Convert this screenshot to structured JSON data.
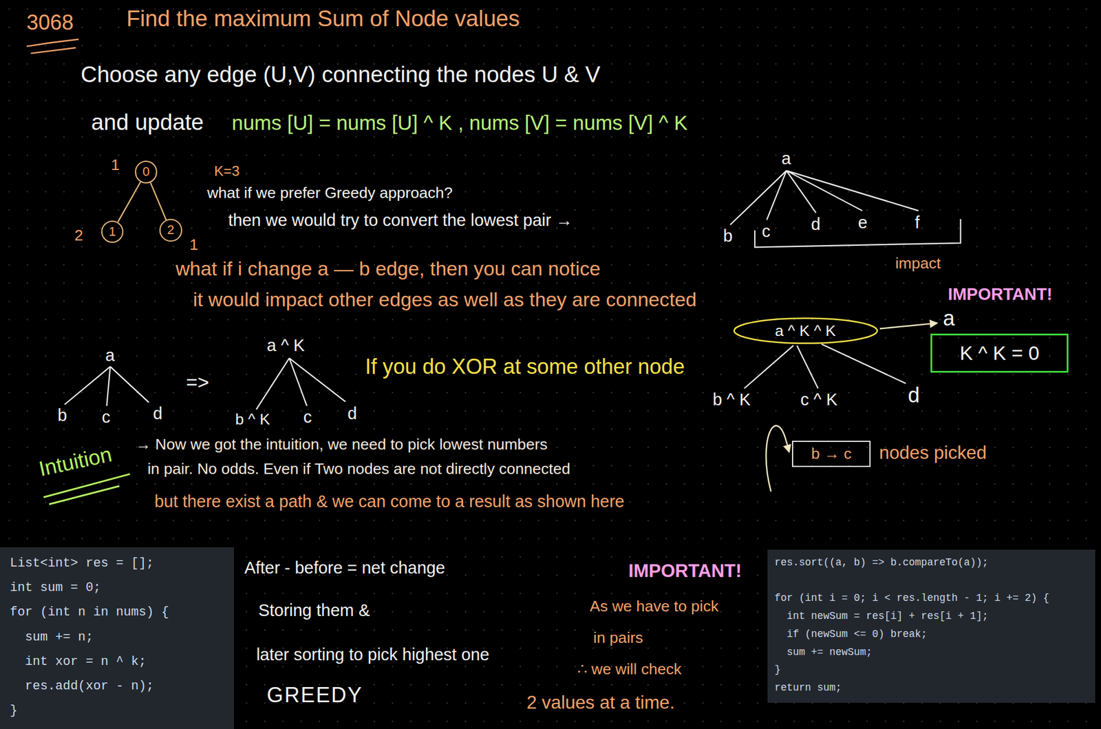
{
  "diagram": {
    "title": "Find the maximum Sum of Node values",
    "nodes": [
      {
        "text": [
          "0"
        ]
      },
      {
        "text": [
          "1"
        ]
      },
      {
        "text": [
          "2"
        ]
      },
      {
        "text": [
          "a ^ K ^ K"
        ]
      },
      {
        "text": [
          "K ^ K = 0"
        ]
      },
      {
        "text": [
          "b → c"
        ]
      },
      {
        "text": [
          "List<int> res = [];",
          "int sum = 0;",
          "for (int n in nums) {",
          "  sum += n;",
          "  int xor = n ^ k;",
          "  res.add(xor - n);",
          "}"
        ]
      },
      {
        "text": [
          "res.sort((a, b) => b.compareTo(a));",
          "for (int i = 0; i < res.length - 1; i += 2) {",
          "  int newSum = res[i] + res[i + 1];",
          "  if (newSum <= 0) break;",
          "  sum += newSum;",
          "}",
          "return sum;"
        ]
      }
    ],
    "edges": [
      {
        "from": 0,
        "to": 1,
        "arrow": "none"
      },
      {
        "from": 0,
        "to": 2,
        "arrow": "none"
      }
    ],
    "labels": [
      "3068",
      "1",
      "2",
      "1",
      "K=3",
      "Choose any edge (U,V) connecting the nodes U & V",
      "and update",
      "nums [U] = nums [U] ^ K , nums [V] = nums [V] ^ K",
      "what if we prefer Greedy approach?",
      "then we would try to convert the lowest pair →",
      "a",
      "b",
      "c",
      "d",
      "e",
      "f",
      "impact",
      "what if i change a — b edge, then you can notice",
      "it would impact other edges as well as they are connected",
      "a",
      "b",
      "c",
      "d",
      "=>",
      "a ^ K",
      "b ^ K",
      "c",
      "d",
      "If you do XOR at some other node",
      "IMPORTANT!",
      "a",
      "b ^ K",
      "c ^ K",
      "d",
      "nodes picked",
      "Intuition",
      "→ Now we got the intuition, we need to pick lowest numbers",
      "in pair. No odds. Even if Two nodes are not directly connected",
      "but there exist a path & we can come to a result as shown here",
      "After - before = net change",
      "Storing them &",
      "later sorting to pick highest one",
      "GREEDY",
      "IMPORTANT!",
      "As we have to pick",
      "in pairs",
      "∴ we will check",
      "2 values at a time."
    ]
  }
}
